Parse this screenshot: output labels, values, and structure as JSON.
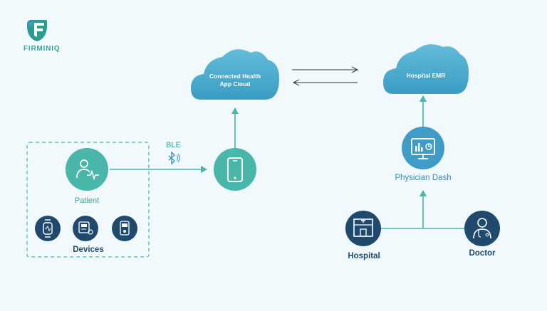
{
  "brand": {
    "name": "FIRMINIQ"
  },
  "nodes": {
    "cloud_app": {
      "line1": "Connected Health",
      "line2": "App Cloud"
    },
    "cloud_emr": {
      "label": "Hospital EMR"
    },
    "ble": {
      "label": "BLE"
    },
    "patient": {
      "label": "Patient"
    },
    "devices": {
      "label": "Devices"
    },
    "physician": {
      "label": "Physician Dash"
    },
    "hospital": {
      "label": "Hospital"
    },
    "doctor": {
      "label": "Doctor"
    }
  },
  "colors": {
    "teal": "#48b6a9",
    "blue": "#3f9cc8",
    "navy": "#1f4a6e",
    "cloud_gradient_top": "#5fb8d6",
    "cloud_gradient_bottom": "#3a9fc6",
    "background": "#f2f9fd"
  }
}
